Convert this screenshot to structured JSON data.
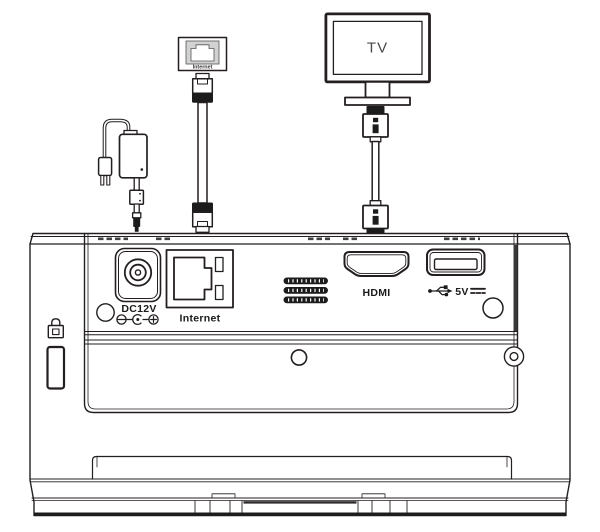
{
  "peripherals": {
    "tv_label": "TV",
    "wall_jack_label": "Internet"
  },
  "rear_panel": {
    "ports": [
      {
        "id": "dc-power",
        "label": "DC12V",
        "icon": "dc-polarity-icon"
      },
      {
        "id": "ethernet",
        "label": "Internet",
        "icon": "rj45-port"
      },
      {
        "id": "hdmi",
        "label": "HDMI",
        "icon": "hdmi-port"
      },
      {
        "id": "usb",
        "label": "5V",
        "icon": "usb-icon dc-voltage-icon"
      }
    ]
  },
  "colors": {
    "line": "#231f20",
    "label_text": "#1a1a1a",
    "tv_text": "#4a4a4a",
    "connector_dark": "#1c1c1c",
    "jack_gray": "#d2d2d2",
    "background": "#ffffff"
  }
}
